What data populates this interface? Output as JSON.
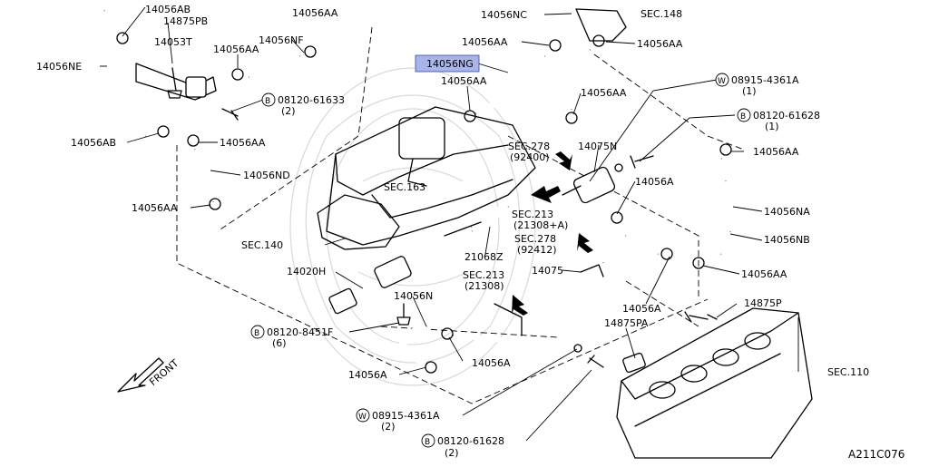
{
  "diagram": {
    "highlighted_part": "14056NG",
    "labels": {
      "p14056AB_top": "14056AB",
      "p14875PB": "14875PB",
      "p14053T": "14053T",
      "p14056AA_a": "14056AA",
      "p14056NF": "14056NF",
      "p14056AA_b": "14056AA",
      "p14056NE": "14056NE",
      "b08120_61633": "08120-61633",
      "b08120_61633_qty": "(2)",
      "p14056AB_bot": "14056AB",
      "p14056AA_c": "14056AA",
      "p14056ND": "14056ND",
      "p14056AA_d": "14056AA",
      "sec140": "SEC.140",
      "p14056NC": "14056NC",
      "sec148": "SEC.148",
      "p14056AA_e": "14056AA",
      "p14056AA_f": "14056AA",
      "p14056NG": "14056NG",
      "p14056AA_g": "14056AA",
      "p14056AA_h": "14056AA",
      "w08915_top": "08915-4361A",
      "w08915_top_qty": "(1)",
      "b08120_61628_top": "08120-61628",
      "b08120_61628_top_qty": "(1)",
      "sec278a": "SEC.278",
      "sec278a_ref": "(92400)",
      "p14075N": "14075N",
      "p14056AA_i": "14056AA",
      "sec163": "SEC.163",
      "p14056A_a": "14056A",
      "sec213a": "SEC.213",
      "sec213a_ref": "(21308+A)",
      "p14056NA": "14056NA",
      "sec278b": "SEC.278",
      "sec278b_ref": "(92412)",
      "p14056NB": "14056NB",
      "p21068Z": "21068Z",
      "p14020H": "14020H",
      "sec213b": "SEC.213",
      "sec213b_ref": "(21308)",
      "p14075": "14075",
      "p14056AA_j": "14056AA",
      "p14056N": "14056N",
      "p14056A_b": "14056A",
      "p14875P": "14875P",
      "b08120_8451F": "08120-8451F",
      "b08120_8451F_qty": "(6)",
      "p14875PA": "14875PA",
      "p14056A_c": "14056A",
      "p14056A_d": "14056A",
      "sec110": "SEC.110",
      "front": "FRONT",
      "w08915_bot": "08915-4361A",
      "w08915_bot_qty": "(2)",
      "b08120_61628_bot": "08120-61628",
      "b08120_61628_bot_qty": "(2)",
      "diagram_code": "A211C076"
    },
    "prefix_marks": {
      "bolt": "B",
      "washer": "W"
    }
  }
}
